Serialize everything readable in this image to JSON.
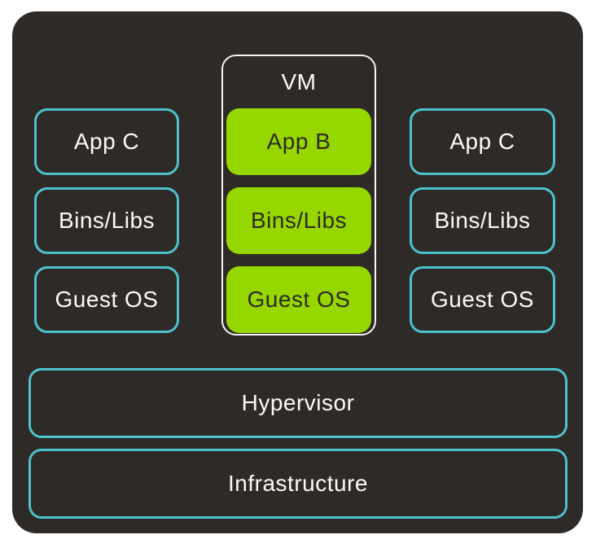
{
  "colors": {
    "background": "#ffffff",
    "board": "#2e2a27",
    "teal_border": "#4cc2cd",
    "green_fill": "#96d700",
    "vm_border": "#f5f5f5",
    "text_light": "#fafafa",
    "text_dark": "#2e2a27"
  },
  "diagram": {
    "vm_label": "VM",
    "left_stack": {
      "items": [
        "App C",
        "Bins/Libs",
        "Guest OS"
      ]
    },
    "vm_stack": {
      "items": [
        "App B",
        "Bins/Libs",
        "Guest OS"
      ]
    },
    "right_stack": {
      "items": [
        "App C",
        "Bins/Libs",
        "Guest OS"
      ]
    },
    "layers": [
      "Hypervisor",
      "Infrastructure"
    ]
  }
}
